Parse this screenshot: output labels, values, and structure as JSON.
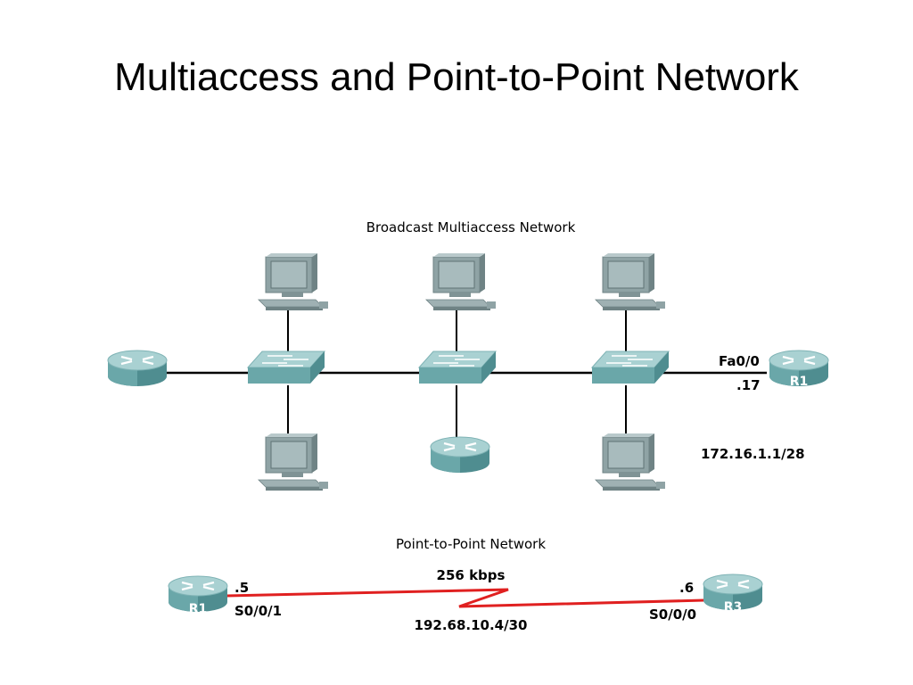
{
  "slide_title": "Multiaccess and Point-to-Point Network",
  "colors": {
    "link": "#000000",
    "serial_link": "#e02020",
    "device_top": "#a9d1d2",
    "device_side": "#4f8d90",
    "device_front": "#6aa7a9",
    "pc_body": "#8fa3a5",
    "pc_screen": "#a8bbbd"
  },
  "broadcast": {
    "title": "Broadcast Multiaccess Network",
    "r1_label": "R1",
    "r1_interface": "Fa0/0",
    "r1_host": ".17",
    "subnet": "172.16.1.1/28"
  },
  "p2p": {
    "title": "Point-to-Point Network",
    "bandwidth": "256 kbps",
    "subnet": "192.68.10.4/30",
    "left_router": "R1",
    "left_host": ".5",
    "left_interface": "S0/0/1",
    "right_router": "R3",
    "right_host": ".6",
    "right_interface": "S0/0/0"
  },
  "icons": {
    "router": "router-icon",
    "switch": "switch-icon",
    "pc": "pc-icon"
  }
}
